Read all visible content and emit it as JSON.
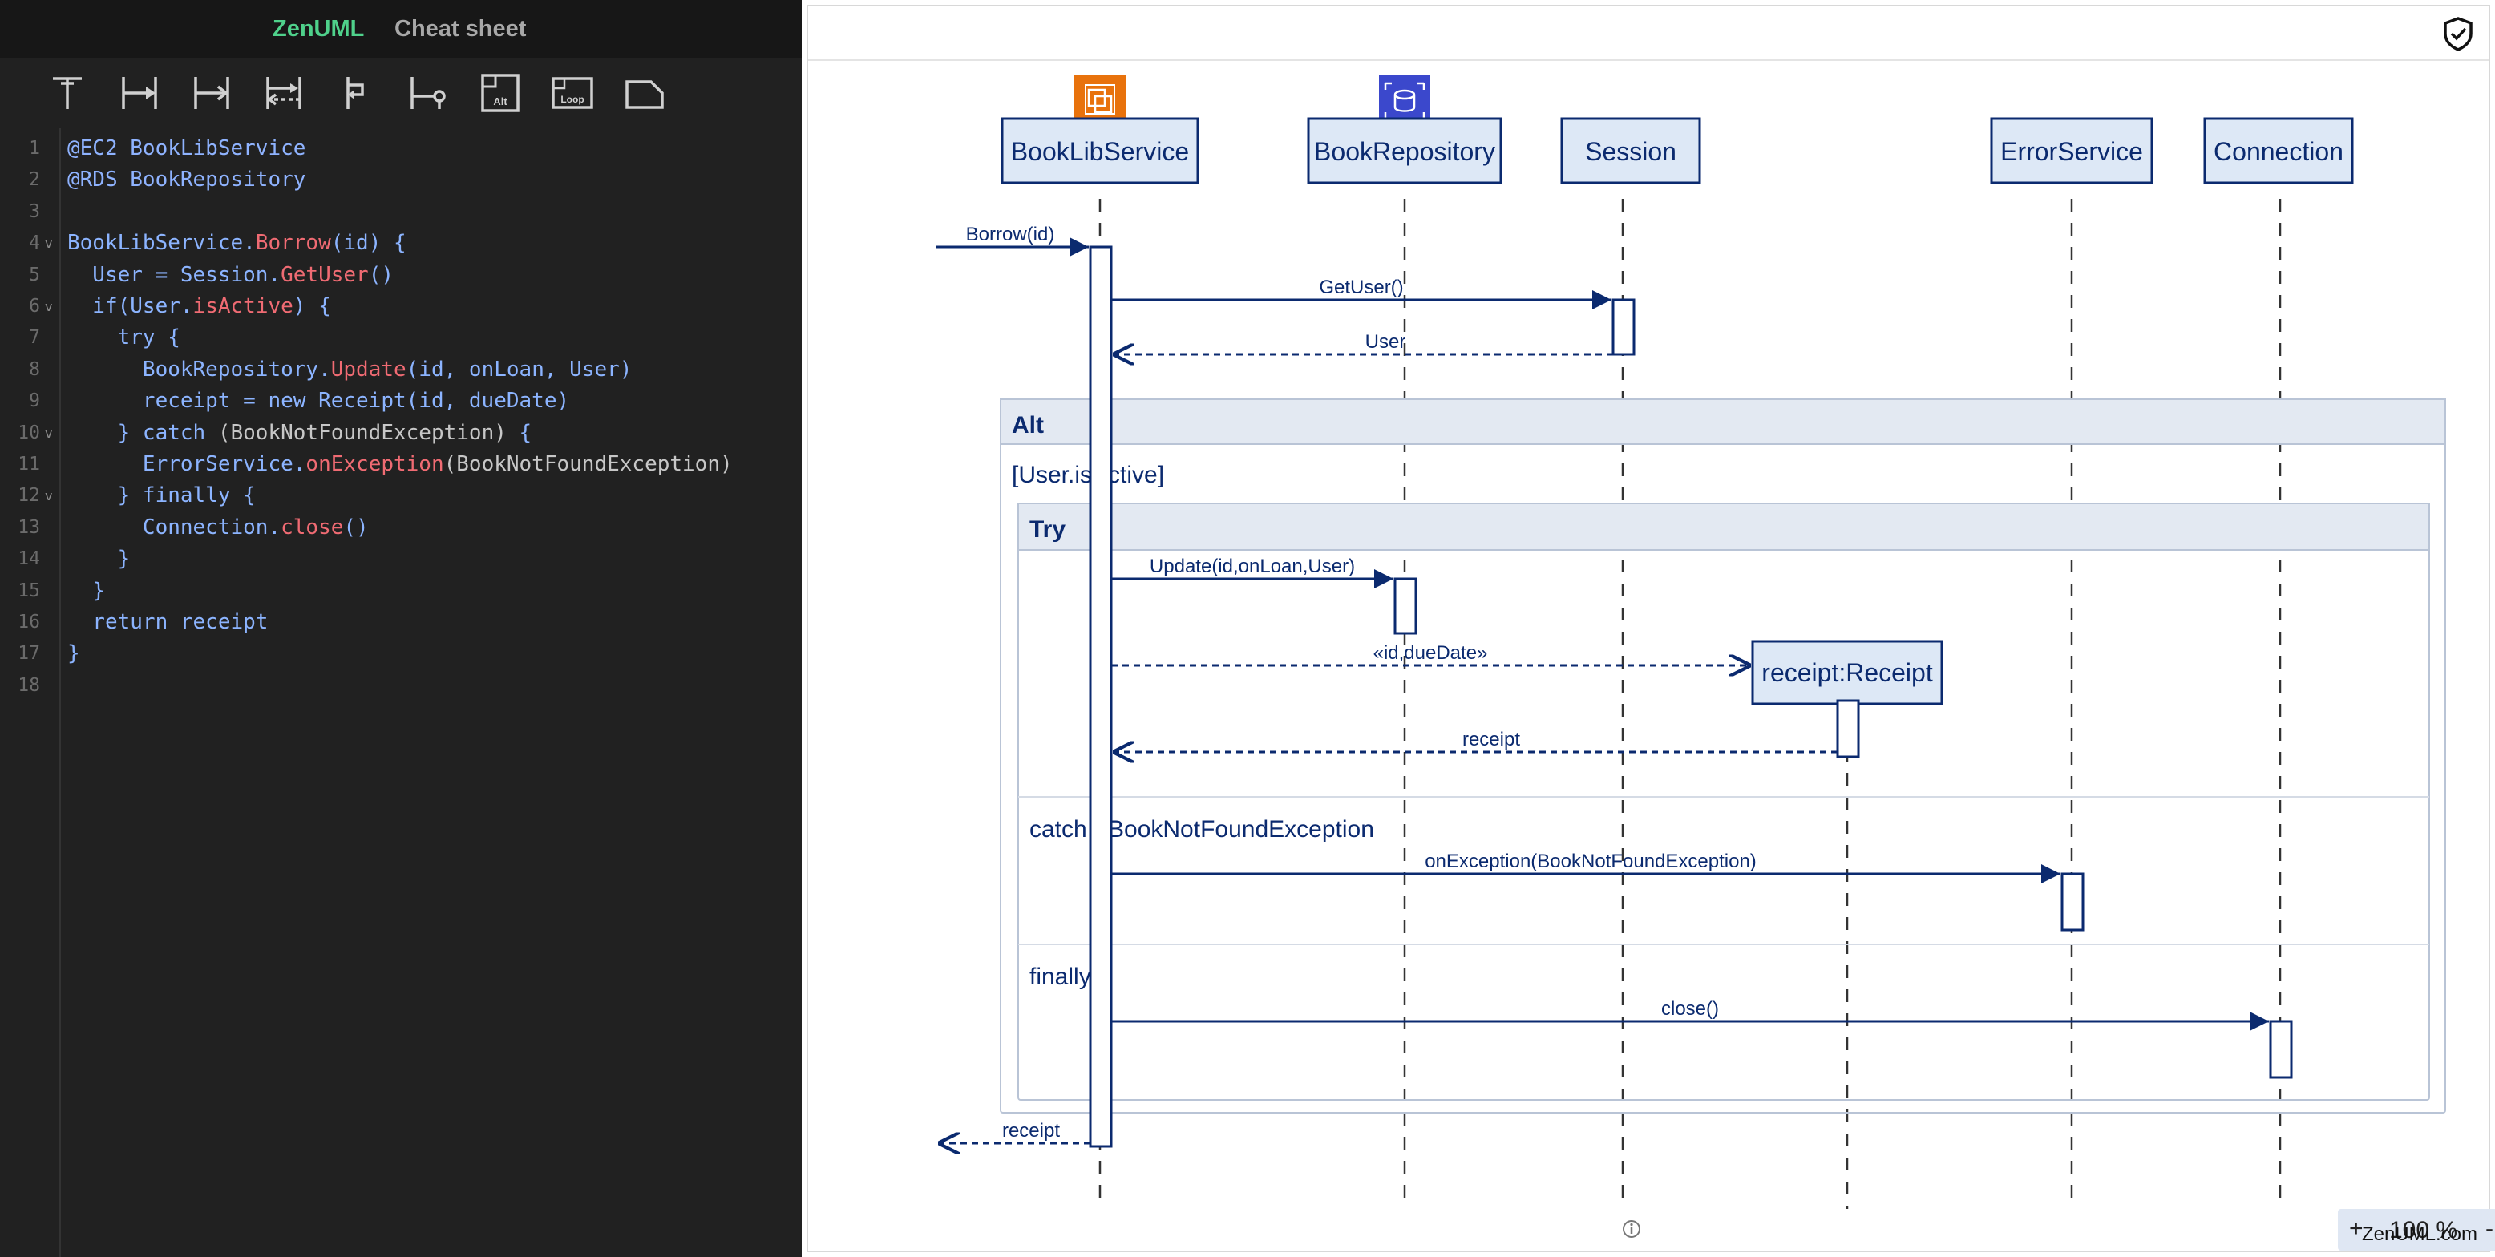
{
  "header": {
    "tab_active": "ZenUML",
    "tab_other": "Cheat sheet"
  },
  "toolbar": {
    "items": [
      "participant-tool",
      "sync-message-tool",
      "async-message-tool",
      "return-message-tool",
      "self-message-tool",
      "create-message-tool",
      "alt-tool",
      "loop-tool",
      "note-tool"
    ],
    "alt_label": "Alt",
    "loop_label": "Loop"
  },
  "editor": {
    "line_numbers": [
      "1",
      "2",
      "3",
      "4",
      "5",
      "6",
      "7",
      "8",
      "9",
      "10",
      "11",
      "12",
      "13",
      "14",
      "15",
      "16",
      "17",
      "18"
    ],
    "fold_markers": [
      "v",
      "v",
      "v",
      "v"
    ],
    "lines": [
      [
        {
          "t": "@EC2 BookLibService",
          "c": "ann"
        }
      ],
      [
        {
          "t": "@RDS BookRepository",
          "c": "ann"
        }
      ],
      [],
      [
        {
          "t": "BookLibService.",
          "c": "kw"
        },
        {
          "t": "Borrow",
          "c": "meth"
        },
        {
          "t": "(id) {",
          "c": "kw"
        }
      ],
      [
        {
          "t": "  User = Session.",
          "c": "kw"
        },
        {
          "t": "GetUser",
          "c": "meth"
        },
        {
          "t": "()",
          "c": "kw"
        }
      ],
      [
        {
          "t": "  if(User.",
          "c": "kw"
        },
        {
          "t": "isActive",
          "c": "meth"
        },
        {
          "t": ") {",
          "c": "kw"
        }
      ],
      [
        {
          "t": "    try {",
          "c": "kw"
        }
      ],
      [
        {
          "t": "      BookRepository.",
          "c": "kw"
        },
        {
          "t": "Update",
          "c": "meth"
        },
        {
          "t": "(id, onLoan, User)",
          "c": "kw"
        }
      ],
      [
        {
          "t": "      receipt = new Receipt(id, dueDate)",
          "c": "kw"
        }
      ],
      [
        {
          "t": "    } catch ",
          "c": "kw"
        },
        {
          "t": "(BookNotFoundException)",
          "c": "pl"
        },
        {
          "t": " {",
          "c": "kw"
        }
      ],
      [
        {
          "t": "      ErrorService.",
          "c": "kw"
        },
        {
          "t": "onException",
          "c": "meth"
        },
        {
          "t": "(BookNotFoundException)",
          "c": "pl"
        }
      ],
      [
        {
          "t": "    } finally {",
          "c": "kw"
        }
      ],
      [
        {
          "t": "      Connection.",
          "c": "kw"
        },
        {
          "t": "close",
          "c": "meth"
        },
        {
          "t": "()",
          "c": "kw"
        }
      ],
      [
        {
          "t": "    }",
          "c": "kw"
        }
      ],
      [
        {
          "t": "  }",
          "c": "kw"
        }
      ],
      [
        {
          "t": "  return receipt",
          "c": "kw"
        }
      ],
      [
        {
          "t": "}",
          "c": "kw"
        }
      ],
      []
    ]
  },
  "diagram": {
    "participants": [
      {
        "id": "booklib",
        "label": "BookLibService",
        "icon": "ec2-icon"
      },
      {
        "id": "repo",
        "label": "BookRepository",
        "icon": "rds-icon"
      },
      {
        "id": "session",
        "label": "Session"
      },
      {
        "id": "error",
        "label": "ErrorService"
      },
      {
        "id": "conn",
        "label": "Connection"
      }
    ],
    "messages": {
      "borrow": "Borrow(id)",
      "getuser": "GetUser()",
      "user_ret": "User",
      "update": "Update(id,onLoan,User)",
      "create": "«id,dueDate»",
      "receipt_ret": "receipt",
      "onexception": "onException(BookNotFoundException)",
      "close": "close()",
      "final_ret": "receipt"
    },
    "created_participant": "receipt:Receipt",
    "fragments": {
      "alt_title": "Alt",
      "alt_condition": "[User.isActive]",
      "try_title": "Try",
      "catch_label": "catch",
      "catch_exception": "BookNotFoundException",
      "finally_label": "finally"
    }
  },
  "zoom": {
    "plus": "+",
    "level": "100 %",
    "minus": "-"
  },
  "brand": "ZenUML.com",
  "colors": {
    "accent": "#0b2a6f",
    "editor_bg": "#212121",
    "zenuml_green": "#4fd18b",
    "ec2_orange": "#e8720c",
    "rds_purple": "#3b48cc"
  }
}
